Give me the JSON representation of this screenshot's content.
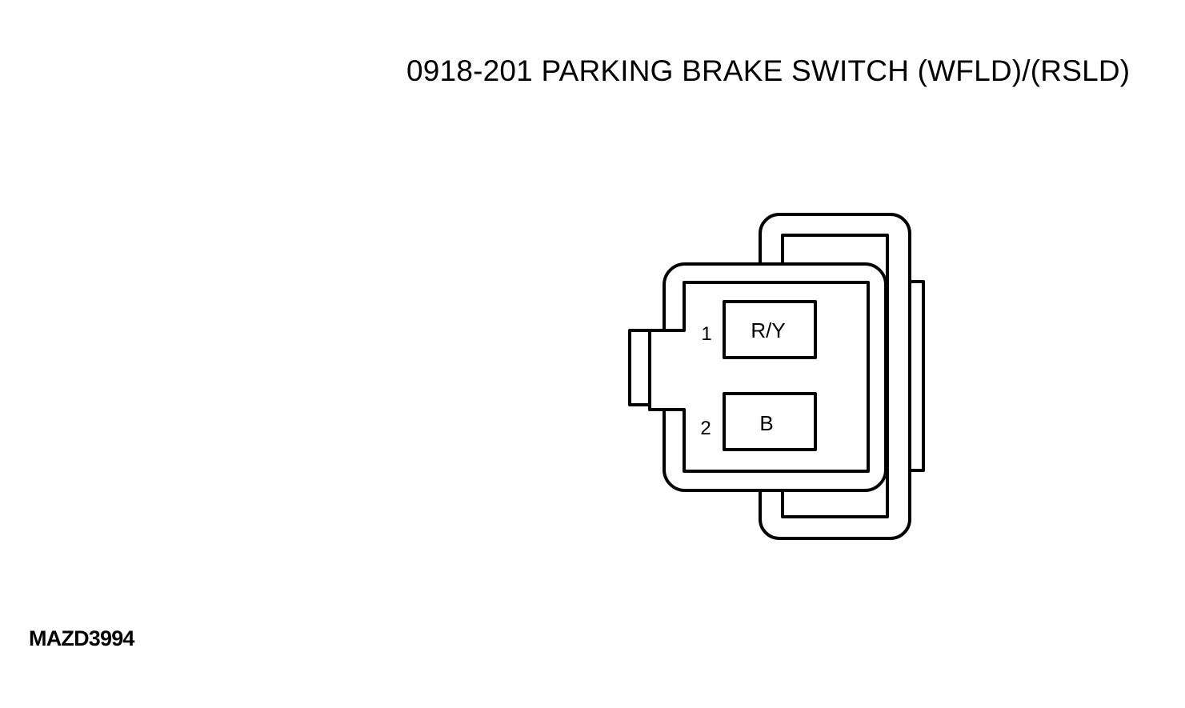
{
  "title": "0918-201 PARKING BRAKE SWITCH (WFLD)/(RSLD)",
  "figure_code": "MAZD3994",
  "connector": {
    "pins": [
      {
        "number": "1",
        "wire_color": "R/Y"
      },
      {
        "number": "2",
        "wire_color": "B"
      }
    ]
  }
}
